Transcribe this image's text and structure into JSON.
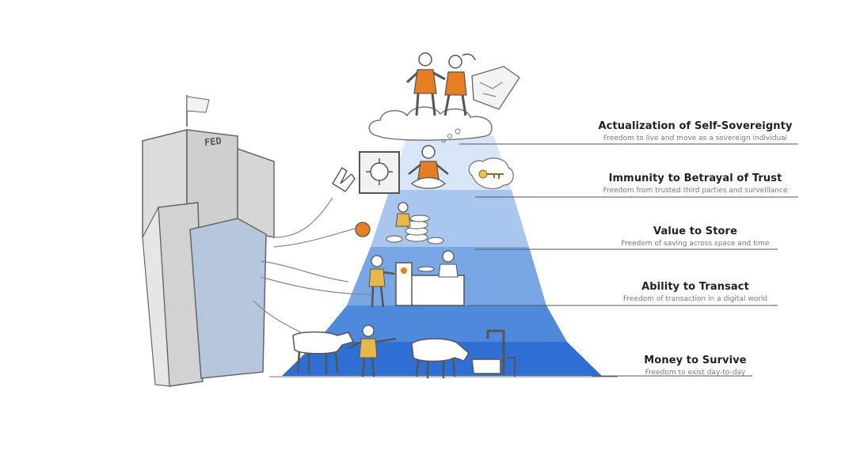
{
  "colors": {
    "band_top": "#d9e6f7",
    "band_2": "#a9c6ee",
    "band_3": "#79a7e6",
    "band_4": "#4f89dc",
    "band_bottom": "#2f6fd3",
    "accent_orange": "#e77e23",
    "line": "#4a4a4a",
    "building": "#d8d8d8",
    "building_blue": "#b6c6dd"
  },
  "building": {
    "label": "FED"
  },
  "levels": [
    {
      "title": "Actualization of Self-Sovereignty",
      "subtitle": "Freedom to live and move as a sovereign individual"
    },
    {
      "title": "Immunity to Betrayal of Trust",
      "subtitle": "Freedom from trusted third parties and surveillance"
    },
    {
      "title": "Value to Store",
      "subtitle": "Freedom of saving across space and time"
    },
    {
      "title": "Ability to Transact",
      "subtitle": "Freedom of transaction in a digital world"
    },
    {
      "title": "Money to Survive",
      "subtitle": "Freedom to exist day-to-day"
    }
  ],
  "icons": [
    "fed-buildings-icon",
    "flag-icon",
    "cloud-icon",
    "people-celebrating-icon",
    "map-icon",
    "meditating-person-icon",
    "key-icon",
    "coin-stack-icon",
    "shop-counter-icon",
    "cow-icon",
    "water-tap-icon",
    "bitcoin-coin-icon"
  ]
}
